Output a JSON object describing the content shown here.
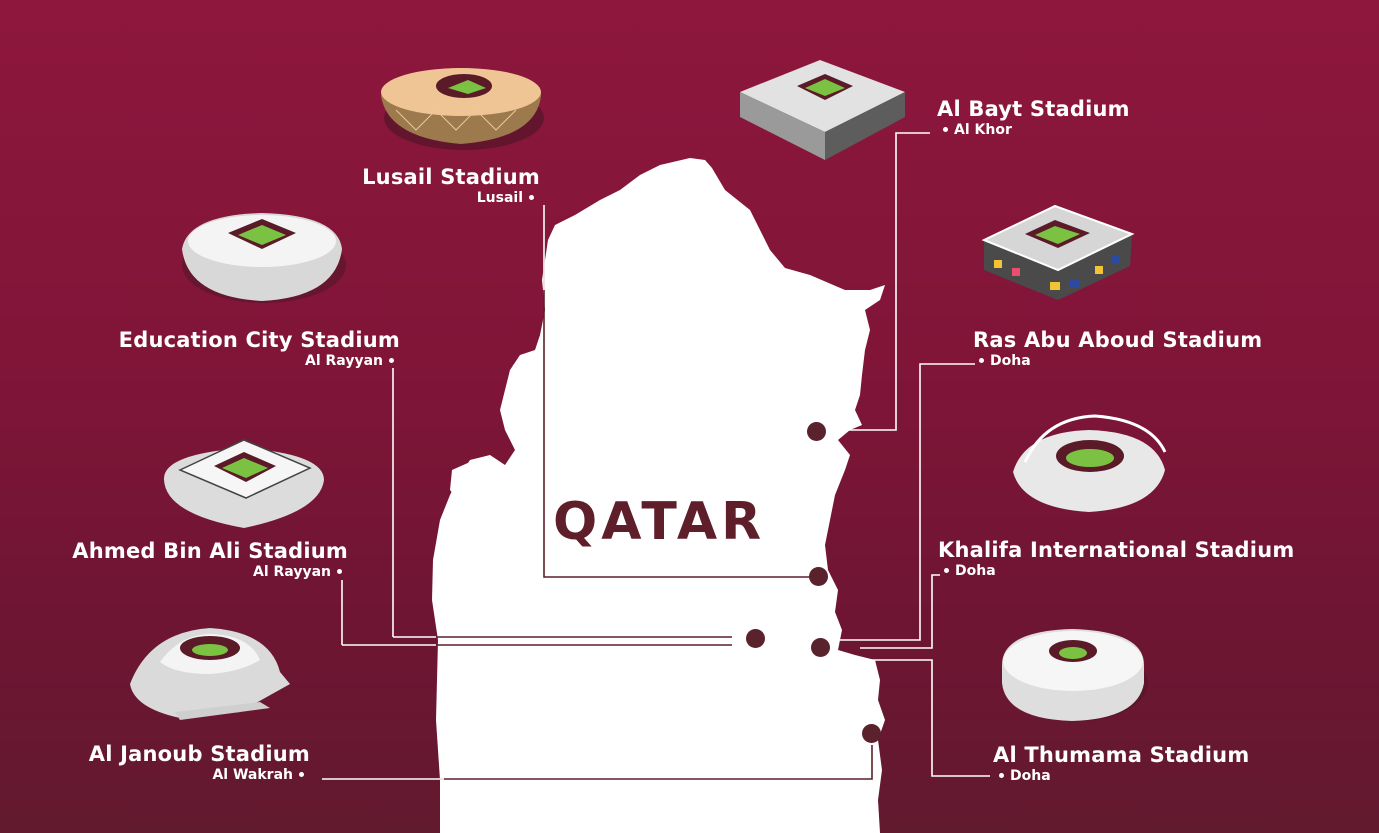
{
  "map": {
    "country": "QATAR",
    "colors": {
      "background_top": "#8e173d",
      "background_bottom": "#621a2f",
      "land": "#ffffff",
      "marker": "#5a222c",
      "country_label": "#5e1f2b",
      "text": "#ffffff"
    }
  },
  "stadiums": [
    {
      "id": "lusail",
      "name": "Lusail Stadium",
      "city": "Lusail"
    },
    {
      "id": "al-bayt",
      "name": "Al Bayt Stadium",
      "city": "Al Khor"
    },
    {
      "id": "education-city",
      "name": "Education City Stadium",
      "city": "Al Rayyan"
    },
    {
      "id": "ras-abu-aboud",
      "name": "Ras Abu Aboud Stadium",
      "city": "Doha"
    },
    {
      "id": "ahmed-bin-ali",
      "name": "Ahmed Bin Ali Stadium",
      "city": "Al Rayyan"
    },
    {
      "id": "khalifa-international",
      "name": "Khalifa International Stadium",
      "city": "Doha"
    },
    {
      "id": "al-janoub",
      "name": "Al Janoub Stadium",
      "city": "Al Wakrah"
    },
    {
      "id": "al-thumama",
      "name": "Al Thumama Stadium",
      "city": "Doha"
    }
  ]
}
